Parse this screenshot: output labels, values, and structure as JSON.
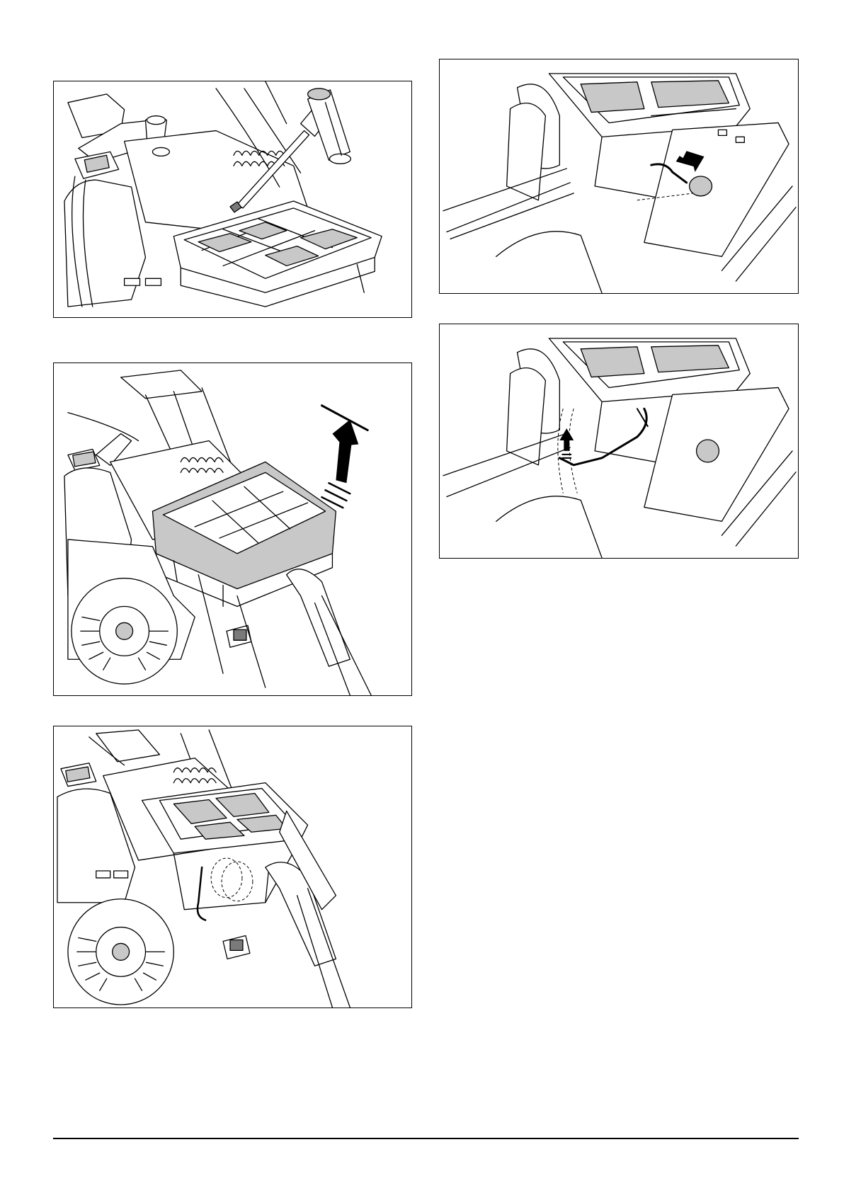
{
  "page": {
    "figures": [
      {
        "id": "fig1",
        "depicts": "socket-wrench-on-air-filter-cover"
      },
      {
        "id": "fig2",
        "depicts": "lift-air-filter-housing-arrow"
      },
      {
        "id": "fig3",
        "depicts": "air-filter-housing-raised"
      },
      {
        "id": "fig4",
        "depicts": "disconnect-hose-arrow"
      },
      {
        "id": "fig5",
        "depicts": "pull-cable-up-arrow"
      }
    ],
    "colors": {
      "line": "#000000",
      "shade": "#c8c8c8",
      "dark": "#7a7a7a",
      "paper": "#ffffff"
    }
  }
}
